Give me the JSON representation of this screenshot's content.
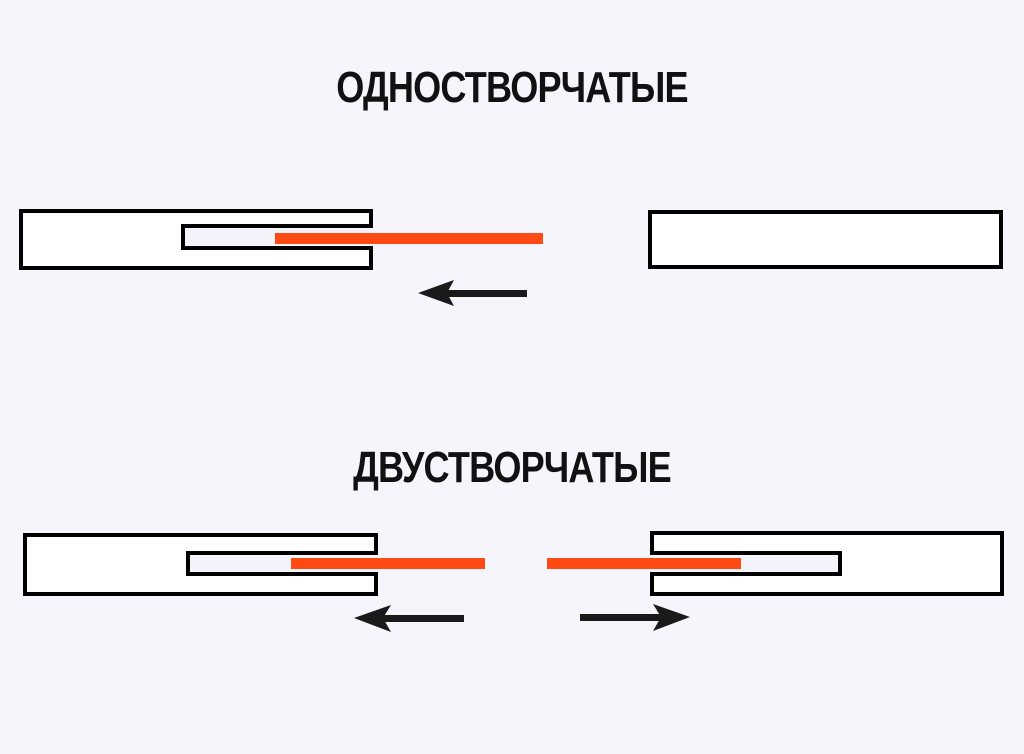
{
  "sections": {
    "single": {
      "title": "ОДНОСТВОРЧАТЫЕ",
      "description": "Single-leaf sliding door: one leaf slides into the wall pocket on the left"
    },
    "double": {
      "title": "ДВУСТВОРЧАТЫЕ",
      "description": "Double-leaf sliding door: two leaves slide apart into wall pockets on both sides"
    }
  },
  "colors": {
    "background": "#f5f5fb",
    "wall_fill": "#ffffff",
    "outline": "#000000",
    "door_leaf": "#ff4a14",
    "arrow": "#1a1a1a"
  },
  "legend": {
    "wall": "wall with pocket cavity",
    "door_leaf": "sliding door leaf (orange line)",
    "arrow": "direction of leaf movement"
  }
}
